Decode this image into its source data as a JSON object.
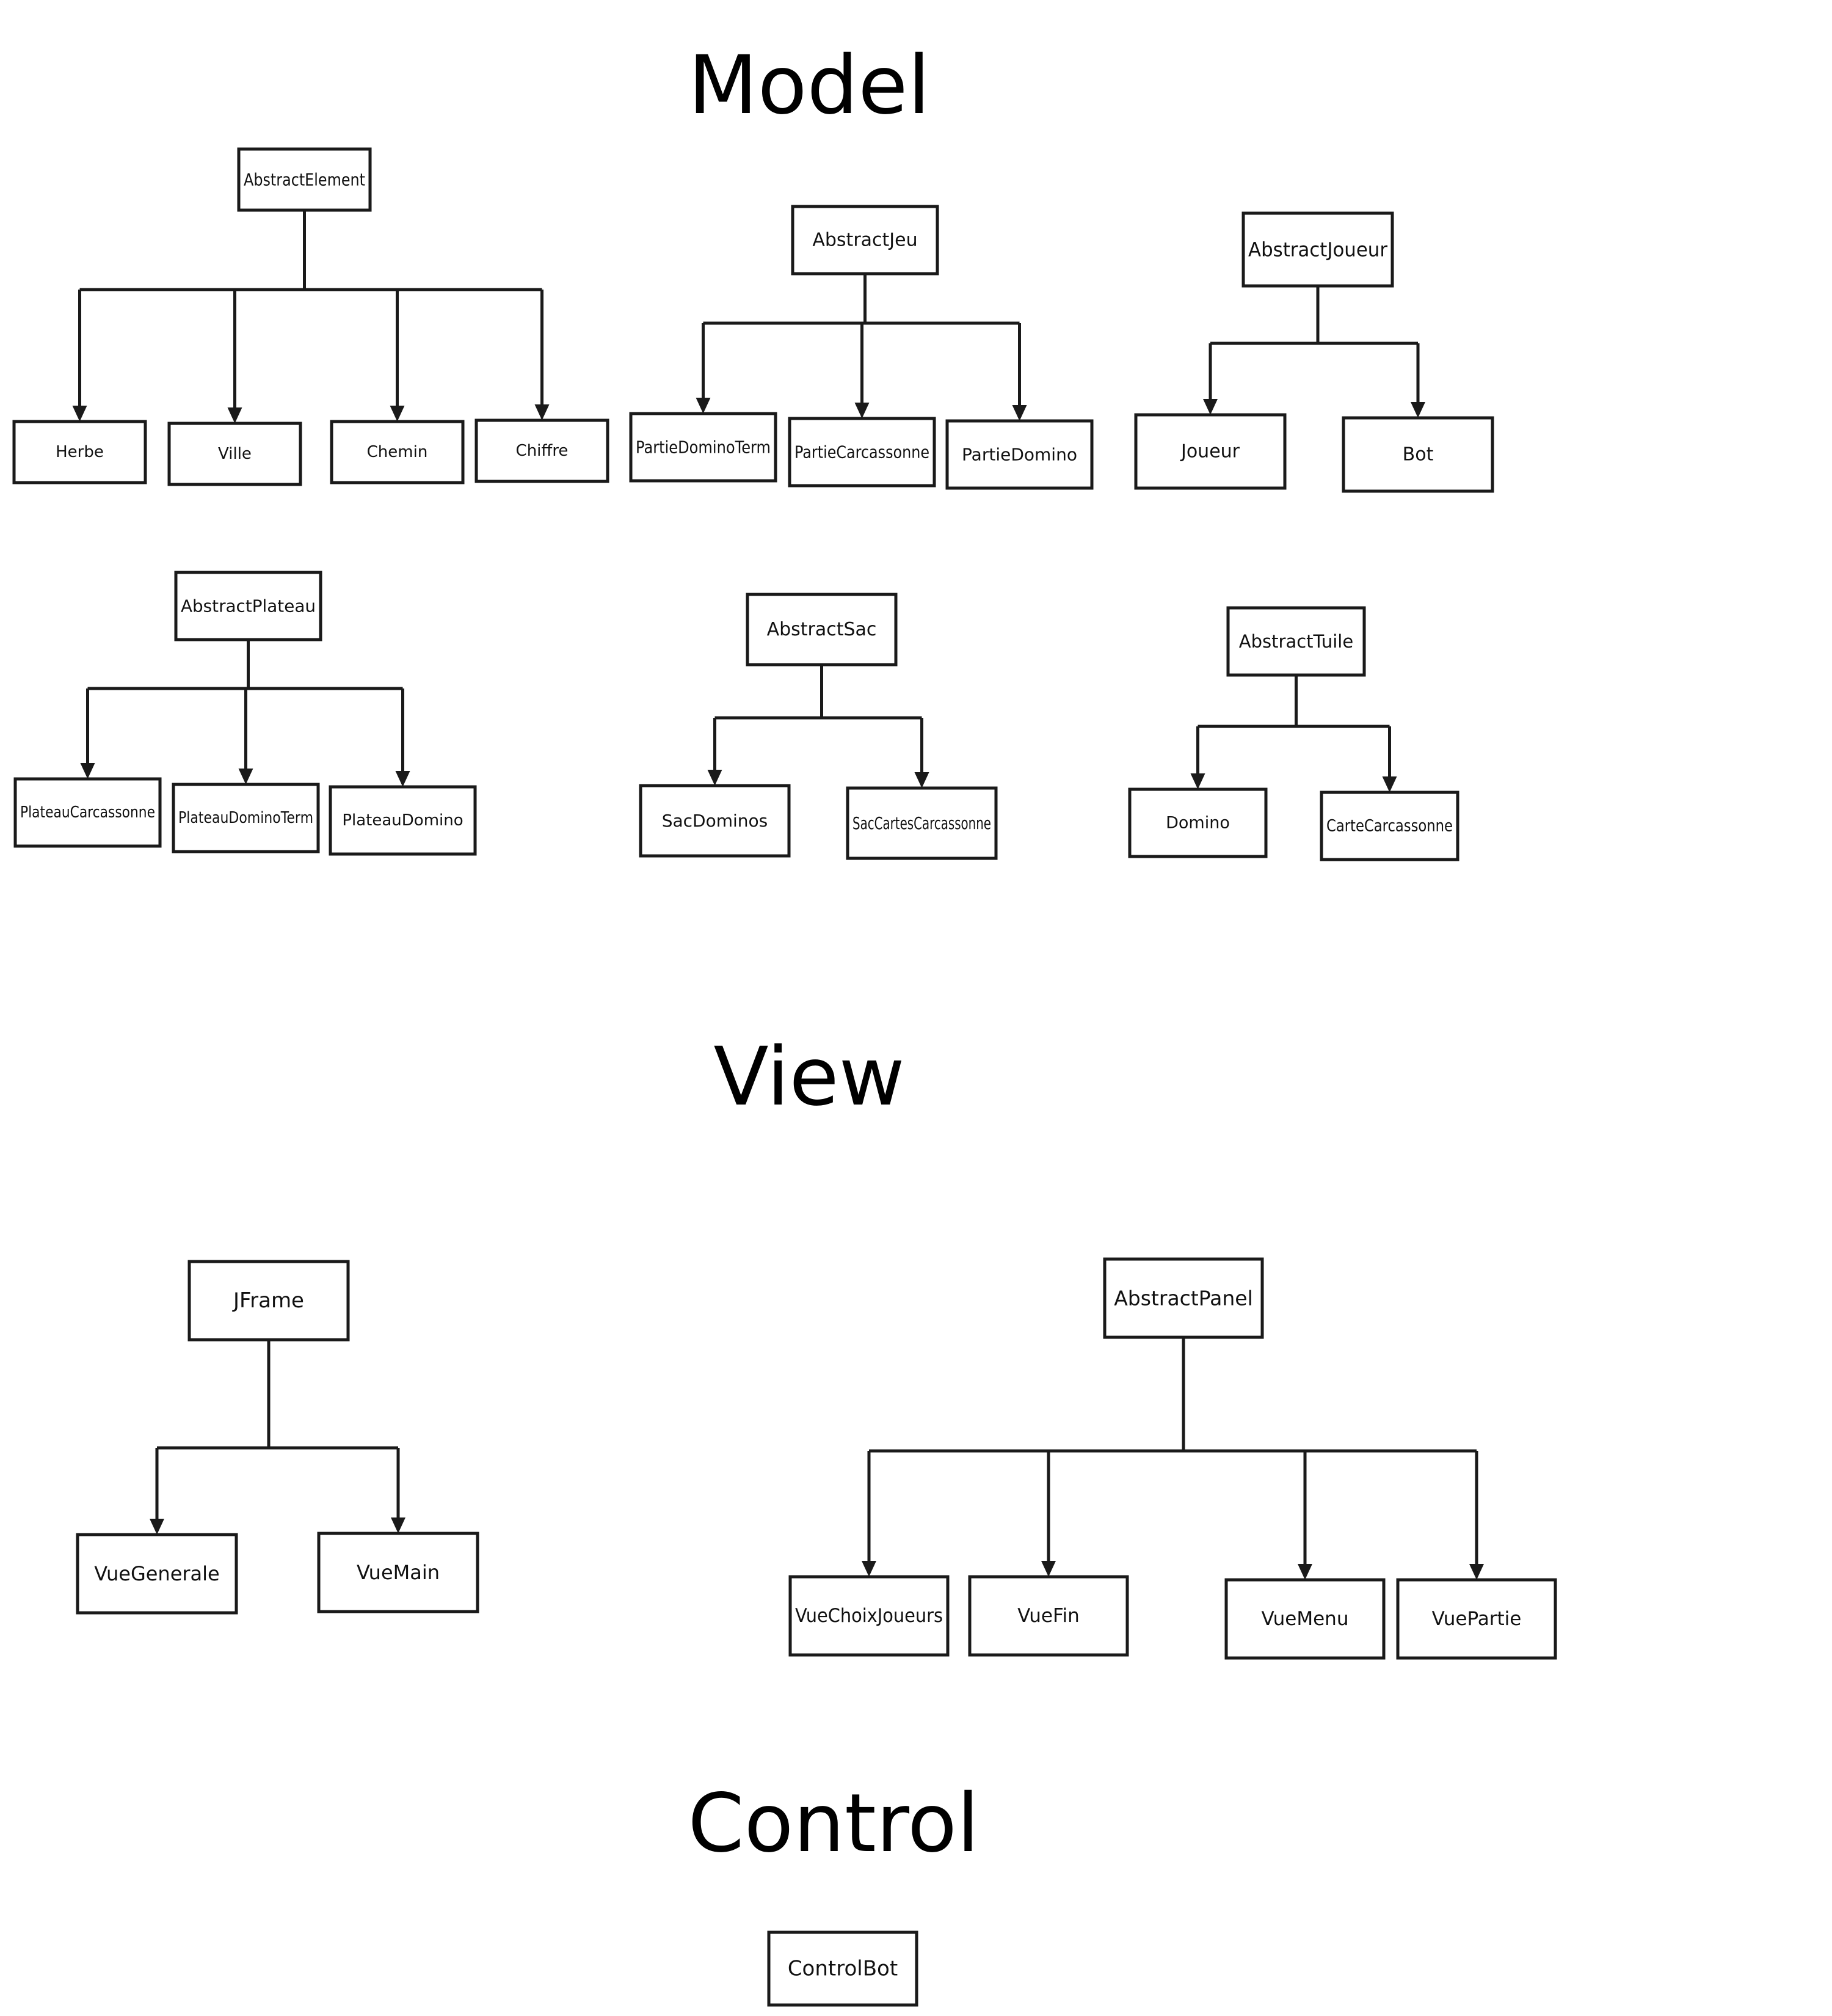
{
  "sections": {
    "model": "Model",
    "view": "View",
    "control": "Control"
  },
  "hierarchies": [
    {
      "section": "model",
      "parent": "AbstractElement",
      "children": [
        "Herbe",
        "Ville",
        "Chemin",
        "Chiffre"
      ]
    },
    {
      "section": "model",
      "parent": "AbstractJeu",
      "children": [
        "PartieDominoTerm",
        "PartieCarcassonne",
        "PartieDomino"
      ]
    },
    {
      "section": "model",
      "parent": "AbstractJoueur",
      "children": [
        "Joueur",
        "Bot"
      ]
    },
    {
      "section": "model",
      "parent": "AbstractPlateau",
      "children": [
        "PlateauCarcassonne",
        "PlateauDominoTerm",
        "PlateauDomino"
      ]
    },
    {
      "section": "model",
      "parent": "AbstractSac",
      "children": [
        "SacDominos",
        "SacCartesCarcassonne"
      ]
    },
    {
      "section": "model",
      "parent": "AbstractTuile",
      "children": [
        "Domino",
        "CarteCarcassonne"
      ]
    },
    {
      "section": "view",
      "parent": "JFrame",
      "children": [
        "VueGenerale",
        "VueMain"
      ]
    },
    {
      "section": "view",
      "parent": "AbstractPanel",
      "children": [
        "VueChoixJoueurs",
        "VueFin",
        "VueMenu",
        "VuePartie"
      ]
    }
  ],
  "standalone": [
    {
      "section": "control",
      "label": "ControlBot"
    }
  ],
  "colors": {
    "line": "#1a1a1a",
    "box_fill": "#ffffff",
    "text": "#111111"
  }
}
